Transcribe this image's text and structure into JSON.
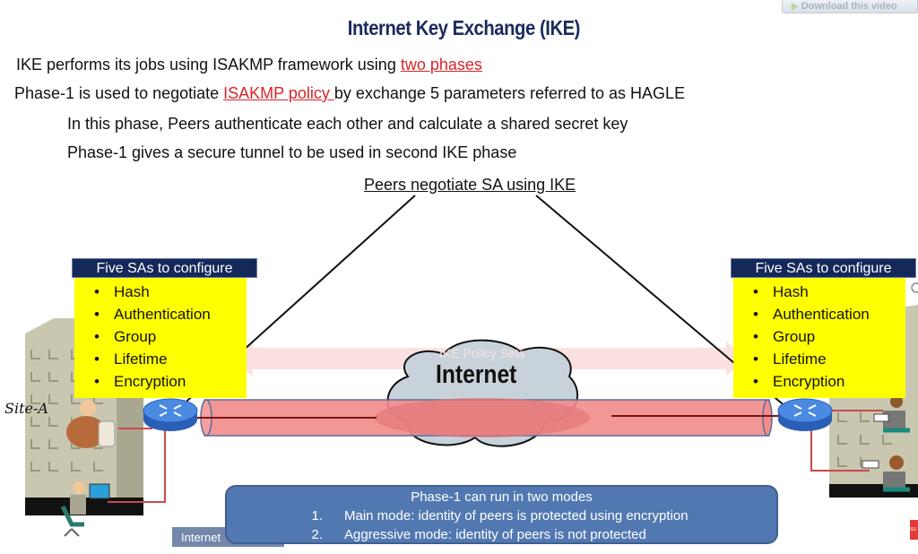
{
  "overlay": {
    "download_label": "Download this video",
    "download_icon": "play-icon"
  },
  "slide": {
    "title": "Internet Key Exchange (IKE)",
    "lines": [
      {
        "before": "IKE performs its jobs using ISAKMP framework using ",
        "highlight": "two phases",
        "after": ""
      },
      {
        "before": "Phase-1 is used to negotiate ",
        "highlight": "ISAKMP policy ",
        "after": "by exchange 5 parameters referred to as HAGLE"
      },
      {
        "text": "In this phase, Peers authenticate each other and calculate a shared secret key"
      },
      {
        "text": "Phase-1 gives a secure tunnel to be used in second IKE phase"
      }
    ],
    "highlight_color": "#d9252b",
    "peers_label": "Peers negotiate SA using IKE"
  },
  "diagram": {
    "site_label": "Site-A",
    "cloud_label": "Internet",
    "arrow_label": "IKE Policy Sets",
    "bottom_tab_label": "Internet",
    "left_sa": {
      "header": "Five SAs to configure",
      "items": [
        "Hash",
        "Authentication",
        "Group",
        "Lifetime",
        "Encryption"
      ]
    },
    "right_sa": {
      "header": "Five SAs to configure",
      "items": [
        "Hash",
        "Authentication",
        "Group",
        "Lifetime",
        "Encryption"
      ]
    },
    "bullet": "•",
    "modes": {
      "heading": "Phase-1 can run in two modes",
      "items": [
        {
          "num": "1.",
          "text": "Main mode: identity of peers is protected using encryption"
        },
        {
          "num": "2.",
          "text": "Aggressive mode: identity of peers is not protected"
        }
      ]
    },
    "corner_logo": "SU",
    "colors": {
      "sa_header_bg": "#15285a",
      "sa_box_bg": "#ffff00",
      "tunnel": "#f28b8b",
      "router": "#3f7fd6",
      "modes_bg": "#5278b2"
    }
  }
}
